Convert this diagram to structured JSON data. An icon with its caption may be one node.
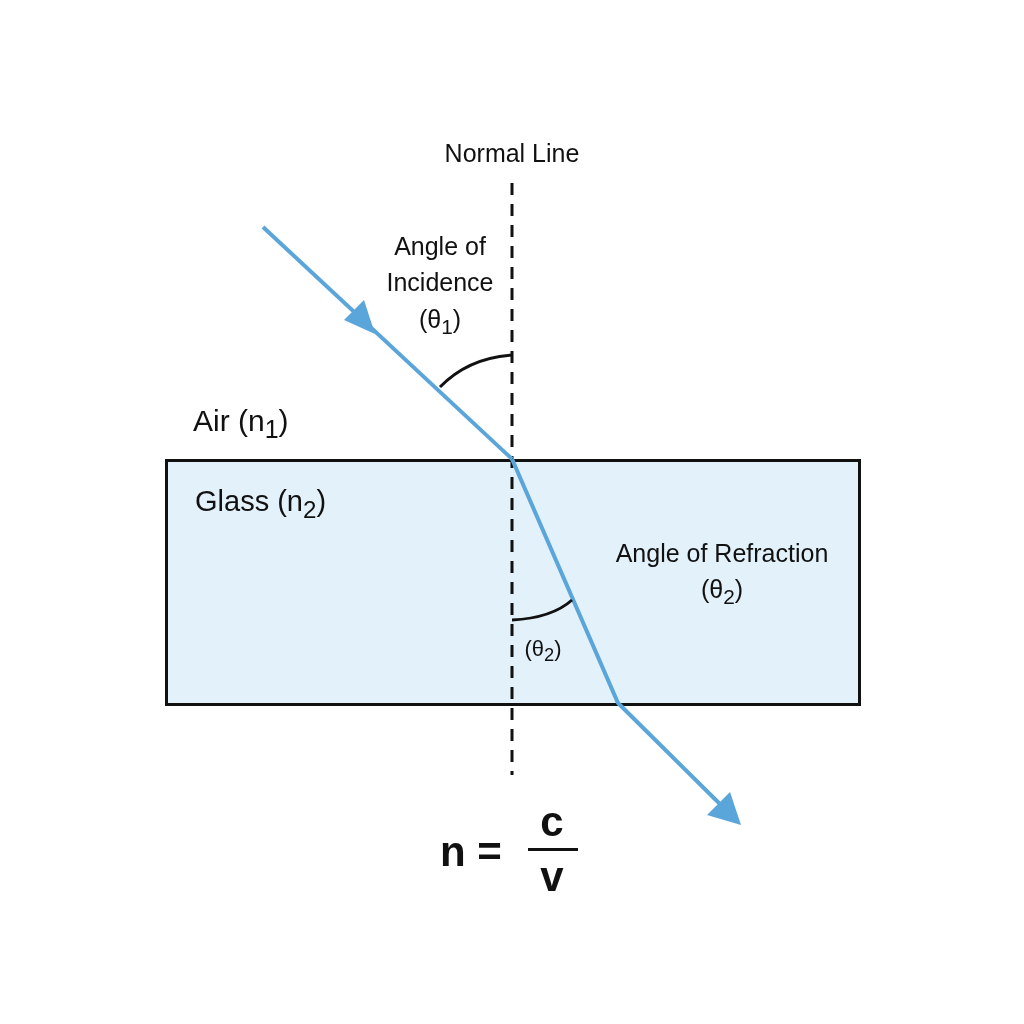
{
  "diagram": {
    "nodes": [
      {
        "text": [
          "Glass (n$_{2}$)"
        ]
      }
    ],
    "labels": [
      "Normal Line",
      "Angle of Incidence (θ$_{1}$)",
      "Air (n$_{1}$)",
      "Angle of Refraction (θ$_{2}$)",
      "(θ$_{2}$)",
      "n =",
      "c",
      "v"
    ]
  }
}
